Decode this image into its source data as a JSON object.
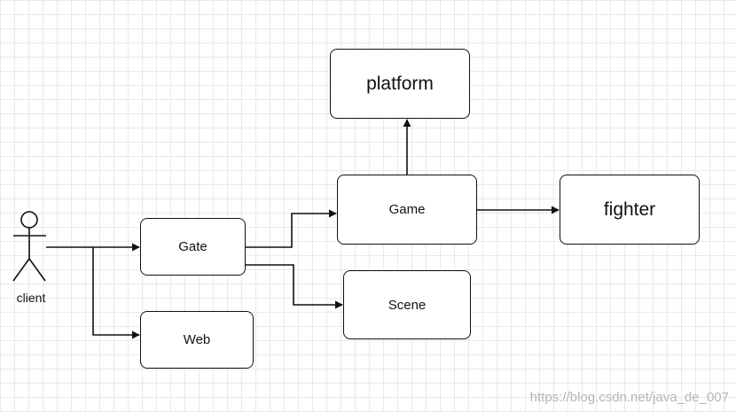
{
  "diagram": {
    "actor": {
      "label": "client"
    },
    "nodes": {
      "platform": "platform",
      "game": "Game",
      "fighter": "fighter",
      "gate": "Gate",
      "scene": "Scene",
      "web": "Web"
    }
  },
  "watermark": "https://blog.csdn.net/java_de_007"
}
